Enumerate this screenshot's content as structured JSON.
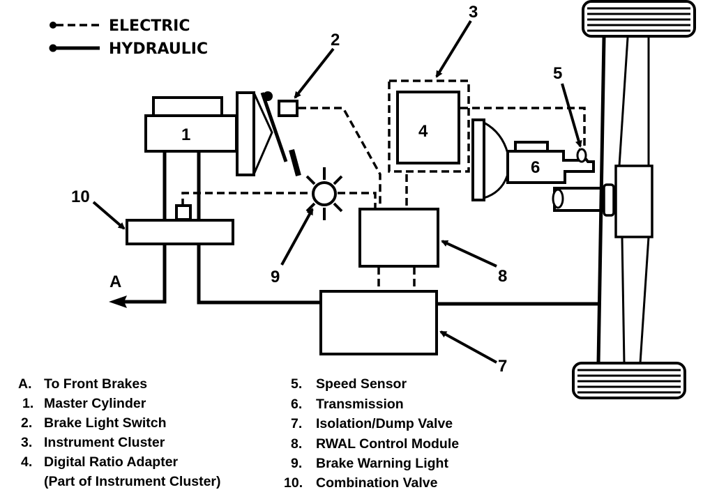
{
  "legend": {
    "electric_label": "ELECTRIC",
    "hydraulic_label": "HYDRAULIC"
  },
  "callouts": {
    "c1": "1",
    "c2": "2",
    "c3": "3",
    "c4": "4",
    "c5": "5",
    "c6": "6",
    "c7": "7",
    "c8": "8",
    "c9": "9",
    "c10": "10",
    "cA": "A"
  },
  "key": {
    "left": [
      {
        "num": "A.",
        "label": "To Front Brakes"
      },
      {
        "num": "1.",
        "label": "Master Cylinder"
      },
      {
        "num": "2.",
        "label": "Brake Light Switch"
      },
      {
        "num": "3.",
        "label": "Instrument Cluster"
      },
      {
        "num": "4.",
        "label": "Digital Ratio Adapter"
      },
      {
        "num": "",
        "label": "(Part of Instrument Cluster)"
      }
    ],
    "right": [
      {
        "num": "5.",
        "label": "Speed Sensor"
      },
      {
        "num": "6.",
        "label": "Transmission"
      },
      {
        "num": "7.",
        "label": "Isolation/Dump Valve"
      },
      {
        "num": "8.",
        "label": "RWAL Control Module"
      },
      {
        "num": "9.",
        "label": "Brake Warning Light"
      },
      {
        "num": "10.",
        "label": "Combination Valve"
      }
    ]
  }
}
